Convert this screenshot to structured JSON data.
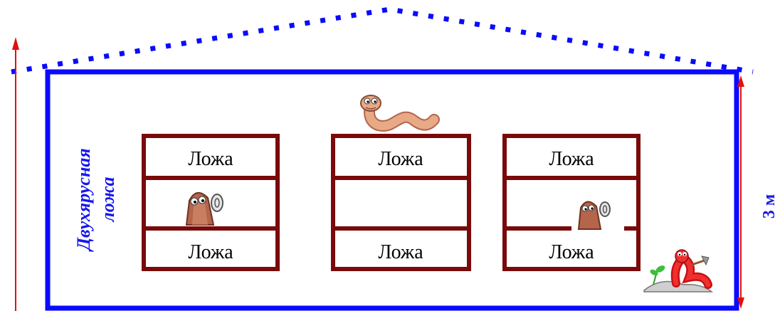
{
  "side_label": {
    "line1": "Двухярусная",
    "line2": "ложа"
  },
  "dimension_label": "3 м",
  "beds": [
    {
      "top": "Ложа",
      "middle": "",
      "bottom": "Ложа"
    },
    {
      "top": "Ложа",
      "middle": "",
      "bottom": "Ложа"
    },
    {
      "top": "Ложа",
      "middle": "",
      "bottom": "Ложа"
    }
  ],
  "colors": {
    "wall": "#0a0aff",
    "roof": "#0a0aff",
    "bed_frame": "#7a0a0a",
    "arrow": "#e01010",
    "worm_body": "#e8a987",
    "worm_dark": "#b5654b"
  },
  "icons": [
    "worm-icon",
    "worm-peeking-icon",
    "worm-digging-icon"
  ]
}
